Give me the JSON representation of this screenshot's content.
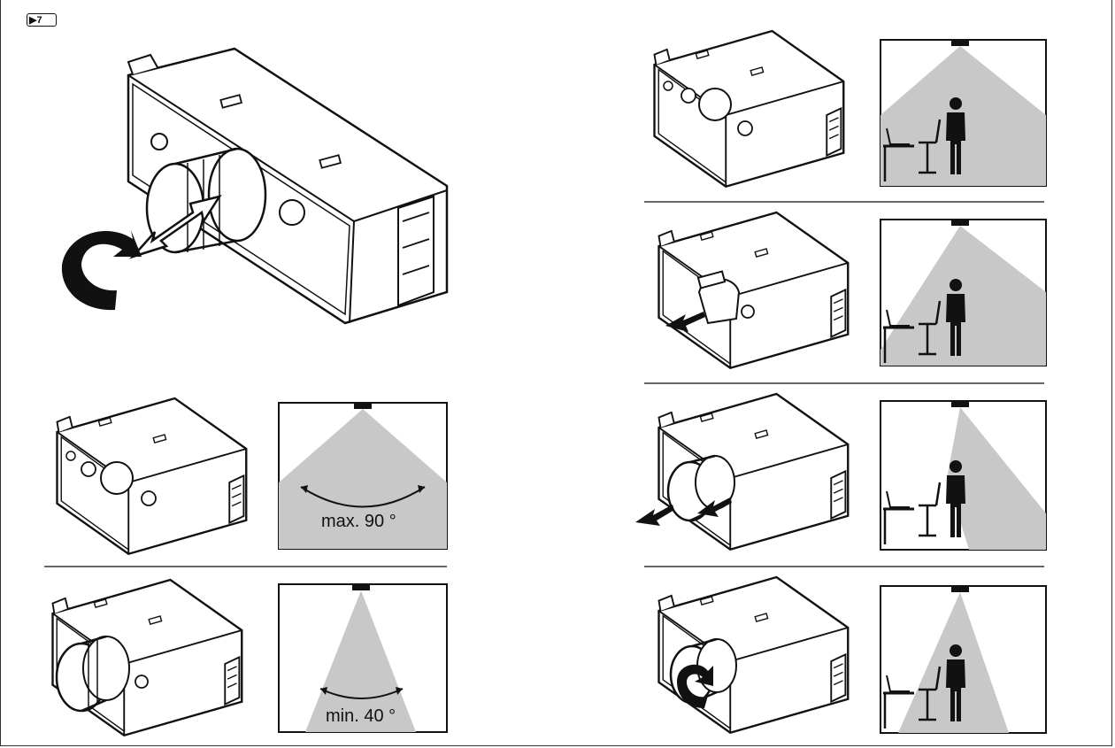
{
  "figure": {
    "reference": "▶7",
    "wide_angle_label": "max. 90 °",
    "narrow_angle_label": "min. 40 °"
  },
  "colors": {
    "line": "#111111",
    "cone": "#c8c8c8",
    "background": "#ffffff"
  },
  "icons": [
    "sensor-module-icon",
    "rotate-arrow-icon",
    "push-pull-arrow-icon",
    "detection-cone-icon",
    "person-icon",
    "desk-chair-icon",
    "lamp-sensor-icon"
  ]
}
